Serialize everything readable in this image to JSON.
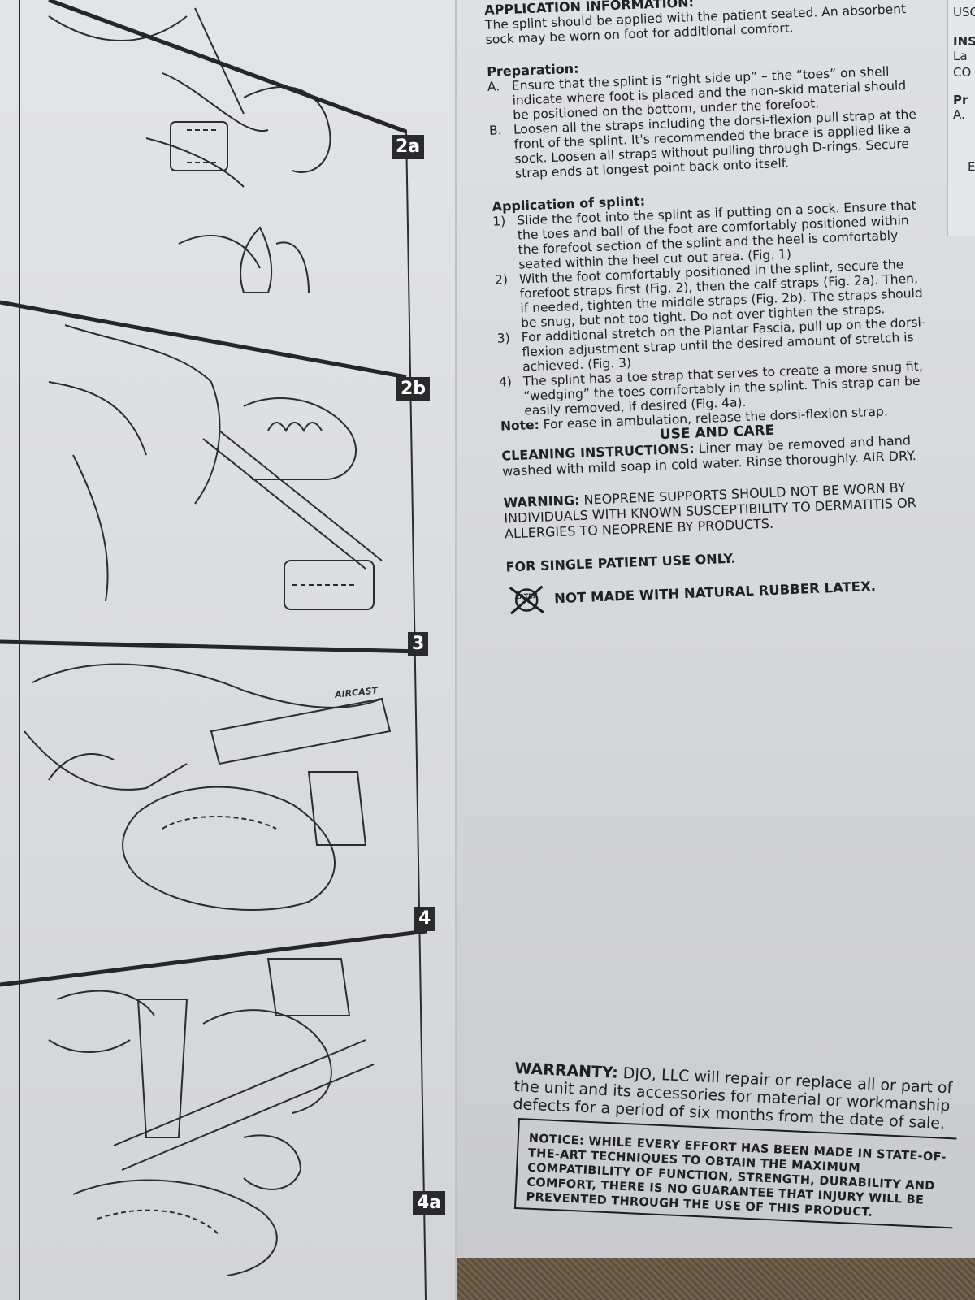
{
  "figures": [
    {
      "label": "2a"
    },
    {
      "label": "2b"
    },
    {
      "label": "3"
    },
    {
      "label": "4"
    },
    {
      "label": "4a"
    }
  ],
  "brand_mark": "AIRCAST",
  "application_info": {
    "heading": "APPLICATION INFORMATION:",
    "intro": "The splint should be applied with the patient seated. An absorbent sock may be worn on foot for additional comfort."
  },
  "preparation": {
    "heading": "Preparation:",
    "items": [
      {
        "key": "A.",
        "text": "Ensure that the splint is “right side up” – the “toes” on shell indicate where foot is placed and the non-skid material should be positioned on the bottom, under the forefoot."
      },
      {
        "key": "B.",
        "text": "Loosen all the straps including the dorsi-flexion pull strap at the front of the splint. It's recommended the brace is applied like a sock. Loosen all straps without pulling through D-rings. Secure strap ends at longest point back onto itself."
      }
    ]
  },
  "application": {
    "heading": "Application of splint:",
    "items": [
      {
        "key": "1)",
        "text": "Slide the foot into the splint as if putting on a sock. Ensure that the toes and ball of the foot are comfortably positioned within the forefoot section of the splint and the heel is comfortably seated within the heel cut out area. (Fig. 1)"
      },
      {
        "key": "2)",
        "text": "With the foot comfortably positioned in the splint, secure the forefoot straps first (Fig. 2), then the calf straps (Fig. 2a). Then, if needed, tighten the middle straps (Fig. 2b). The straps should be snug, but not too tight. Do not over tighten the straps."
      },
      {
        "key": "3)",
        "text": "For additional stretch on the Plantar Fascia, pull up on the dorsi-flexion adjustment strap until the desired amount of stretch is achieved. (Fig. 3)"
      },
      {
        "key": "4)",
        "text": "The splint has a toe strap that serves to create a more snug fit, “wedging” the toes comfortably in the splint. This strap can be easily removed, if desired (Fig. 4a)."
      }
    ],
    "note_label": "Note:",
    "note_text": "For ease in ambulation, release the dorsi-flexion strap."
  },
  "use_and_care": {
    "heading": "USE AND CARE",
    "cleaning_label": "CLEANING INSTRUCTIONS:",
    "cleaning_text": "Liner may be removed and hand washed with mild soap in cold water. Rinse thoroughly. AIR DRY.",
    "warning_label": "WARNING:",
    "warning_text": "NEOPRENE SUPPORTS SHOULD NOT BE WORN BY INDIVIDUALS WITH KNOWN SUSCEPTIBILITY TO DERMATITIS OR ALLERGIES TO NEOPRENE BY PRODUCTS.",
    "single_use": "FOR SINGLE PATIENT USE ONLY.",
    "latex_symbol_text": "LATEX",
    "latex_text": "NOT MADE WITH NATURAL RUBBER LATEX."
  },
  "warranty": {
    "label": "WARRANTY:",
    "text": "DJO, LLC will repair or replace all or part of the unit and its accessories for material or workmanship defects for a period of six months from the date of sale."
  },
  "notice": {
    "text": "NOTICE: WHILE EVERY EFFORT HAS BEEN MADE IN STATE-OF-THE-ART TECHNIQUES TO OBTAIN THE MAXIMUM COMPATIBILITY OF FUNCTION, STRENGTH, DURABILITY AND COMFORT, THERE IS NO GUARANTEE THAT INJURY WILL BE PREVENTED THROUGH THE USE OF THIS PRODUCT."
  },
  "next_page_fragments": [
    "USO",
    "INS",
    "La",
    "CO",
    "Pr",
    "A.",
    "E"
  ],
  "colors": {
    "paper": "#dcdde0",
    "ink": "#202024",
    "label_bg": "#2a2a2e",
    "carpet": "#6b5b47"
  }
}
